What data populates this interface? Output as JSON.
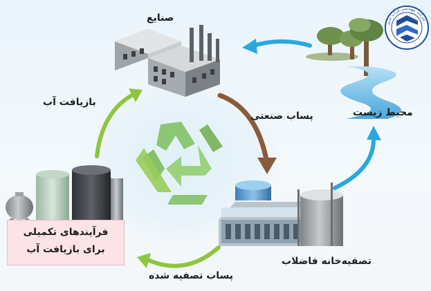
{
  "labels": {
    "factories": "صنایع",
    "recycle": "بازیافت آب",
    "industrial_wastewater": "پساب صنعتی",
    "environment": "محیط زیست",
    "treatment_plant": "تصفیه‌خانه فاضلاب",
    "treated_wastewater": "پساب تصفیه شده",
    "processes_line1": "فرآیندهای تکمیلی",
    "processes_line2": "برای بازیافت آب"
  },
  "logo": {
    "company_name": "شرکت مهندسی فراب تدبیر"
  },
  "icons": {
    "factory": "factory-icon",
    "recycle": "recycle-icon",
    "trees": "trees-icon",
    "river": "river-icon",
    "treatment_plant": "wastewater-treatment-plant-icon",
    "tanks": "storage-tanks-icon",
    "logo": "company-logo-icon"
  },
  "colors": {
    "green_arrow": "#8cc63f",
    "blue_arrow": "#29a8e0",
    "brown_arrow": "#8a5a3c",
    "recycle_symbol": "#7fbf5f",
    "label_box": "#fce3e8",
    "logo_blue": "#1f4e9c"
  }
}
